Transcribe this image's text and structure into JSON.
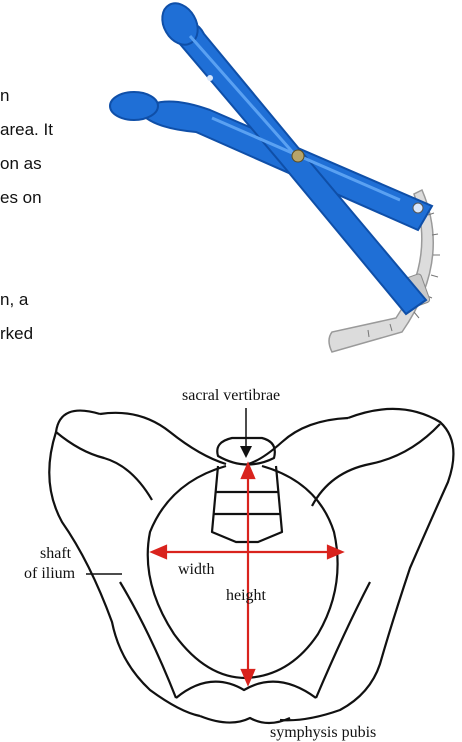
{
  "text_fragments": [
    {
      "id": "l1",
      "text": "n"
    },
    {
      "id": "l2",
      "text": "area. It"
    },
    {
      "id": "l3",
      "text": "on as"
    },
    {
      "id": "l4",
      "text": "es on"
    },
    {
      "id": "l5",
      "text": "n, a"
    },
    {
      "id": "l6",
      "text": "rked"
    }
  ],
  "caliper": {
    "color": "#1f6fd6",
    "highlight": "#4b95ee",
    "scale_color": "#d8d8d8"
  },
  "diagram": {
    "labels": {
      "sacral": "sacral vertibrae",
      "shaft_line1": "shaft",
      "shaft_line2": "of ilium",
      "width": "width",
      "height": "height",
      "symphysis": "symphysis pubis"
    },
    "arrow_color": "#d9231d",
    "bone_color": "#111111"
  }
}
